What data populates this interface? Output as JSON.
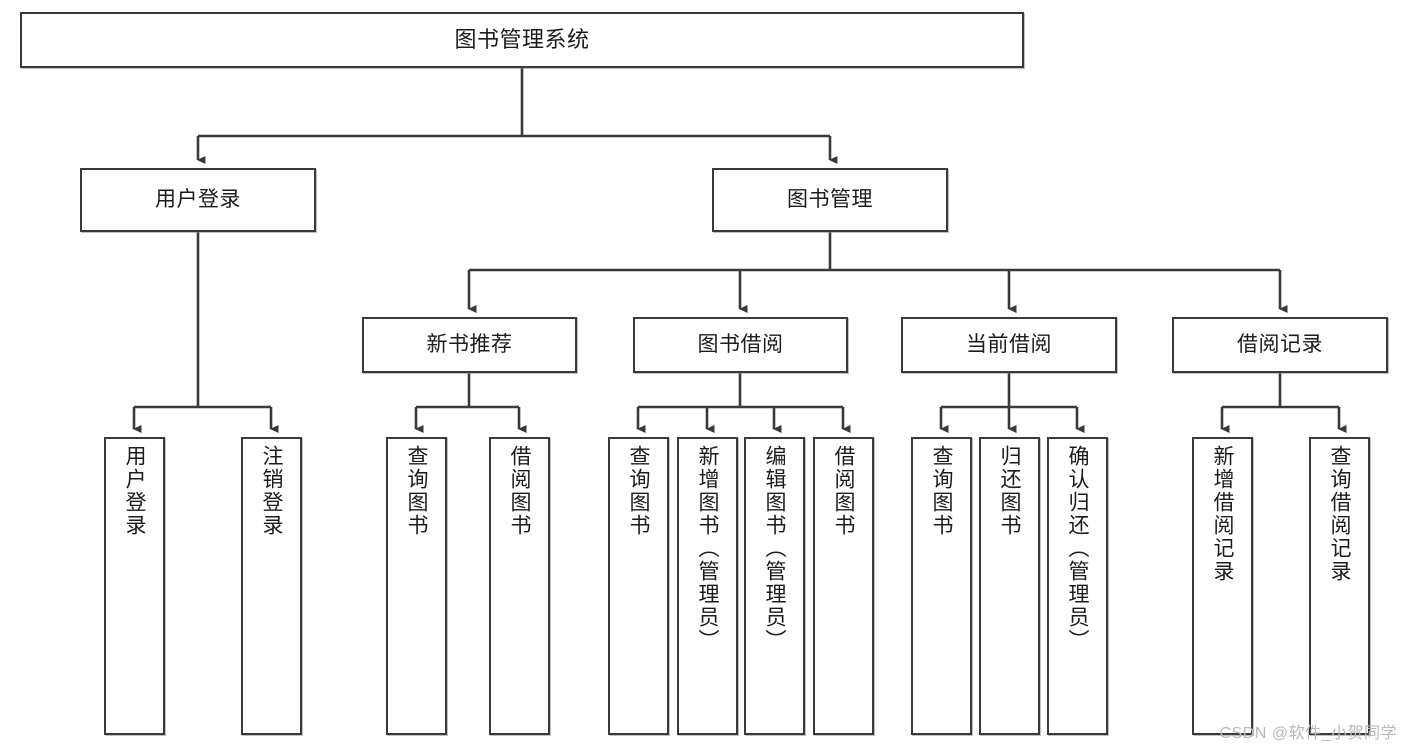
{
  "diagram": {
    "type": "tree",
    "title": "图书管理系统",
    "watermark": "CSDN @软件_小贺同学",
    "colors": {
      "stroke": "#3a3a3a",
      "fill": "#ffffff",
      "text": "#1c1c1c",
      "watermark": "#b9b9b9"
    },
    "nodes": {
      "root": {
        "label": "图书管理系统"
      },
      "level2": [
        {
          "id": "user-login",
          "label": "用户登录"
        },
        {
          "id": "book-manage",
          "label": "图书管理"
        }
      ],
      "level3": [
        {
          "id": "new-book-recommend",
          "label": "新书推荐"
        },
        {
          "id": "book-borrow",
          "label": "图书借阅"
        },
        {
          "id": "current-borrow",
          "label": "当前借阅"
        },
        {
          "id": "borrow-record",
          "label": "借阅记录"
        }
      ],
      "leaves": {
        "user-login": [
          {
            "id": "leaf-user-login",
            "label": "用户登录"
          },
          {
            "id": "leaf-user-logout",
            "label": "注销登录"
          }
        ],
        "new-book-recommend": [
          {
            "id": "leaf-query-book-1",
            "label": "查询图书"
          },
          {
            "id": "leaf-borrow-book-1",
            "label": "借阅图书"
          }
        ],
        "book-borrow": [
          {
            "id": "leaf-query-book-2",
            "label": "查询图书"
          },
          {
            "id": "leaf-add-book",
            "label": "新增图书（管理员）"
          },
          {
            "id": "leaf-edit-book",
            "label": "编辑图书（管理员）"
          },
          {
            "id": "leaf-borrow-book-2",
            "label": "借阅图书"
          }
        ],
        "current-borrow": [
          {
            "id": "leaf-query-book-3",
            "label": "查询图书"
          },
          {
            "id": "leaf-return-book",
            "label": "归还图书"
          },
          {
            "id": "leaf-confirm-return",
            "label": "确认归还（管理员）"
          }
        ],
        "borrow-record": [
          {
            "id": "leaf-add-record",
            "label": "新增借阅记录"
          },
          {
            "id": "leaf-query-record",
            "label": "查询借阅记录"
          }
        ]
      }
    }
  }
}
